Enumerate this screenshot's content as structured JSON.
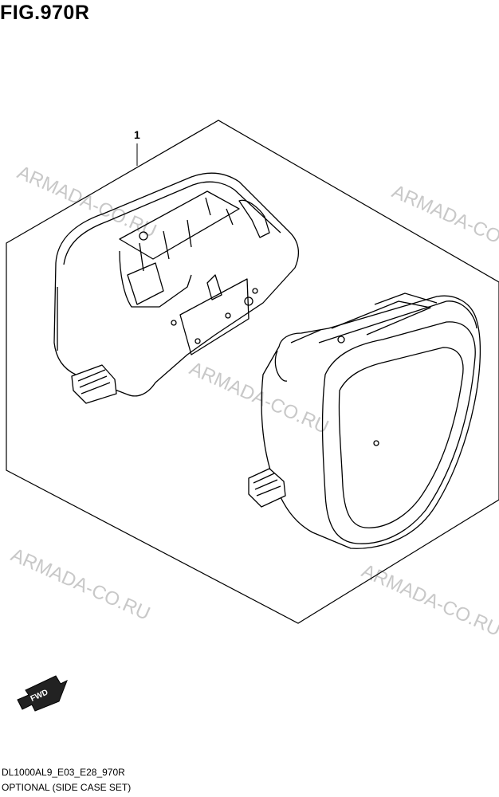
{
  "figure": {
    "title": "FIG.970R",
    "callout": "1"
  },
  "watermarks": [
    "ARMADA-CO.RU",
    "ARMADA-CO.RU",
    "ARMADA-CO.RU",
    "ARMADA-CO.RU",
    "ARMADA-CO.RU"
  ],
  "fwd_label": "FWD",
  "footer": {
    "code": "DL1000AL9_E03_E28_970R",
    "description": "OPTIONAL (SIDE CASE SET)"
  },
  "icons": [
    "fwd-arrow-icon"
  ]
}
